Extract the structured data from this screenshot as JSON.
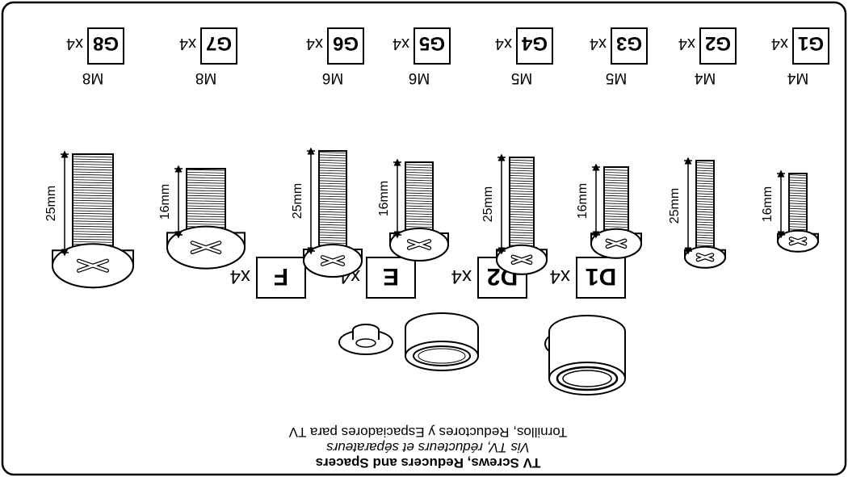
{
  "title": {
    "line1": "TV Screws, Reducers and Spacers",
    "line2": "Vis TV, réducteurs et séparateurs",
    "line3": "Tornillos, Reductores y Espaciadores para TV"
  },
  "screws": [
    {
      "code": "G1",
      "qty": "x4",
      "size": "M4",
      "length": "16mm"
    },
    {
      "code": "G2",
      "qty": "x4",
      "size": "M4",
      "length": "25mm"
    },
    {
      "code": "G3",
      "qty": "x4",
      "size": "M5",
      "length": "16mm"
    },
    {
      "code": "G4",
      "qty": "x4",
      "size": "M5",
      "length": "25mm"
    },
    {
      "code": "G5",
      "qty": "x4",
      "size": "M6",
      "length": "16mm"
    },
    {
      "code": "G6",
      "qty": "x4",
      "size": "M6",
      "length": "25mm"
    },
    {
      "code": "G7",
      "qty": "x4",
      "size": "M8",
      "length": "16mm"
    },
    {
      "code": "G8",
      "qty": "x4",
      "size": "M8",
      "length": "25mm"
    }
  ],
  "spacers": [
    {
      "code": "D1",
      "qty": "x4"
    },
    {
      "code": "D2",
      "qty": "x4"
    },
    {
      "code": "E",
      "qty": "x4"
    },
    {
      "code": "F",
      "qty": "x4"
    }
  ],
  "colors": {
    "ink": "#000000",
    "paper": "#ffffff",
    "shade": "#d9d9d9"
  }
}
